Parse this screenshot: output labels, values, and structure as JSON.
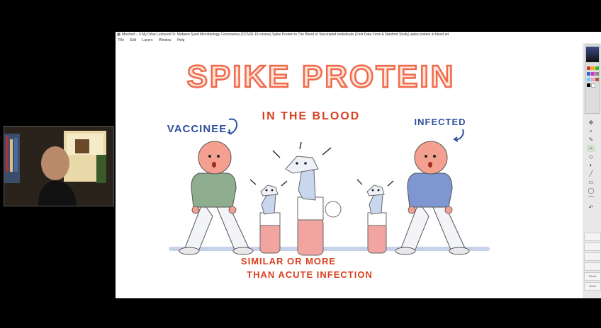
{
  "window": {
    "title": "Mischief – 0 My Drive Lectured Dr. Mobeen Syed Microbiology Coronavirus (COVID-19 course) Spike Protein in The Blood of Vaccinated Individuals (First Data From A Stanford Study) spike protein in blood.art",
    "menu": [
      "File",
      "Edit",
      "Layers",
      "Window",
      "Help"
    ]
  },
  "drawing": {
    "title": "SPIKE PROTEIN",
    "subtitle": "IN THE BLOOD",
    "left_label": "VACCINEE",
    "right_label": "INFECTED",
    "caption_line1": "SIMILAR OR MORE",
    "caption_line2": "THAN ACUTE INFECTION"
  },
  "colors": {
    "title_red": "#f0694a",
    "subtitle_red": "#d9401f",
    "label_blue": "#2f4fa0",
    "vaccinee_shirt": "#8fae8f",
    "infected_shirt": "#7f97d0",
    "skin": "#f4a090",
    "blood": "#f2a5a0"
  },
  "toolbar": {
    "tools": [
      "move-tool",
      "zoom-tool",
      "pen-tool",
      "brush-tool",
      "eraser-tool",
      "fill-tool",
      "line-tool",
      "rectangle-tool",
      "ellipse-tool",
      "lasso-tool",
      "undo-tool"
    ],
    "brush_buttons": [
      "Reset",
      "Undo"
    ]
  }
}
